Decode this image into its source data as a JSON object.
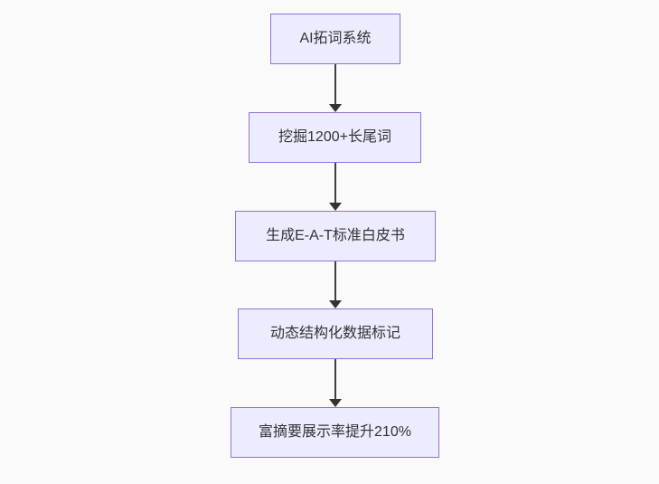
{
  "diagram": {
    "type": "flowchart",
    "direction": "top-down",
    "nodes": [
      {
        "id": "n1",
        "label": "AI拓词系统"
      },
      {
        "id": "n2",
        "label": "挖掘1200+长尾词"
      },
      {
        "id": "n3",
        "label": "生成E-A-T标准白皮书"
      },
      {
        "id": "n4",
        "label": "动态结构化数据标记"
      },
      {
        "id": "n5",
        "label": "富摘要展示率提升210%"
      }
    ],
    "edges": [
      {
        "from": "n1",
        "to": "n2",
        "arrow": "down"
      },
      {
        "from": "n2",
        "to": "n3",
        "arrow": "down"
      },
      {
        "from": "n3",
        "to": "n4",
        "arrow": "down"
      },
      {
        "from": "n4",
        "to": "n5",
        "arrow": "down"
      }
    ],
    "colors": {
      "background": "#fafafa",
      "node_fill": "#ECECFF",
      "node_border": "#9370DB",
      "node_text": "#333333",
      "arrow": "#333333"
    }
  }
}
